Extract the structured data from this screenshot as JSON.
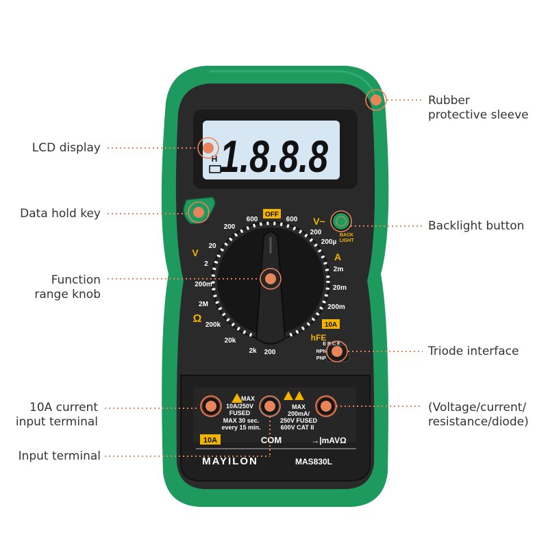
{
  "colors": {
    "accent": "#e8845a",
    "sleeve": "#1e9a5f",
    "body": "#2a2a2a",
    "lcd": "#d6e6f3",
    "yellow": "#f2b400",
    "label_text": "#333333"
  },
  "callouts": {
    "sleeve": [
      "Rubber",
      "protective sleeve"
    ],
    "lcd": [
      "LCD display"
    ],
    "hold": [
      "Data hold key"
    ],
    "backlight": [
      "Backlight button"
    ],
    "knob": [
      "Function",
      "range knob"
    ],
    "triode": [
      "Triode interface"
    ],
    "ten_a": [
      "10A current",
      "input terminal"
    ],
    "vcr": [
      "(Voltage/current/",
      "resistance/diode)"
    ],
    "input": [
      "Input terminal"
    ]
  },
  "device": {
    "lcd_reading": "1.8.8.8",
    "lcd_hold_marker": "H",
    "dial": {
      "off": "OFF",
      "v_ac": "V~",
      "v_dc": "V",
      "a_dc": "A",
      "ohm": "Ω",
      "hfe": "hFE",
      "ten_a_badge": "10A",
      "backlight_label": [
        "BACK",
        "LIGHT"
      ],
      "ticks": [
        "600",
        "600",
        "200",
        "200µ",
        "2m",
        "20m",
        "200m",
        "200",
        "20",
        "2",
        "200m",
        "2M",
        "200k",
        "20k",
        "2k",
        "200"
      ],
      "ebce": "E B C E",
      "npn": "NPN",
      "pnp": "PNP"
    },
    "warning_left": [
      "MAX",
      "10A/250V",
      "FUSED",
      "MAX 30 sec.",
      "every 15 min."
    ],
    "warning_right": [
      "MAX",
      "200mA/",
      "250V FUSED",
      "600V CAT II"
    ],
    "terminal_ten_a": "10A",
    "terminal_com": "COM",
    "terminal_vma": "→|mAVΩ",
    "brand": "MAYILON",
    "model": "MAS830L"
  }
}
